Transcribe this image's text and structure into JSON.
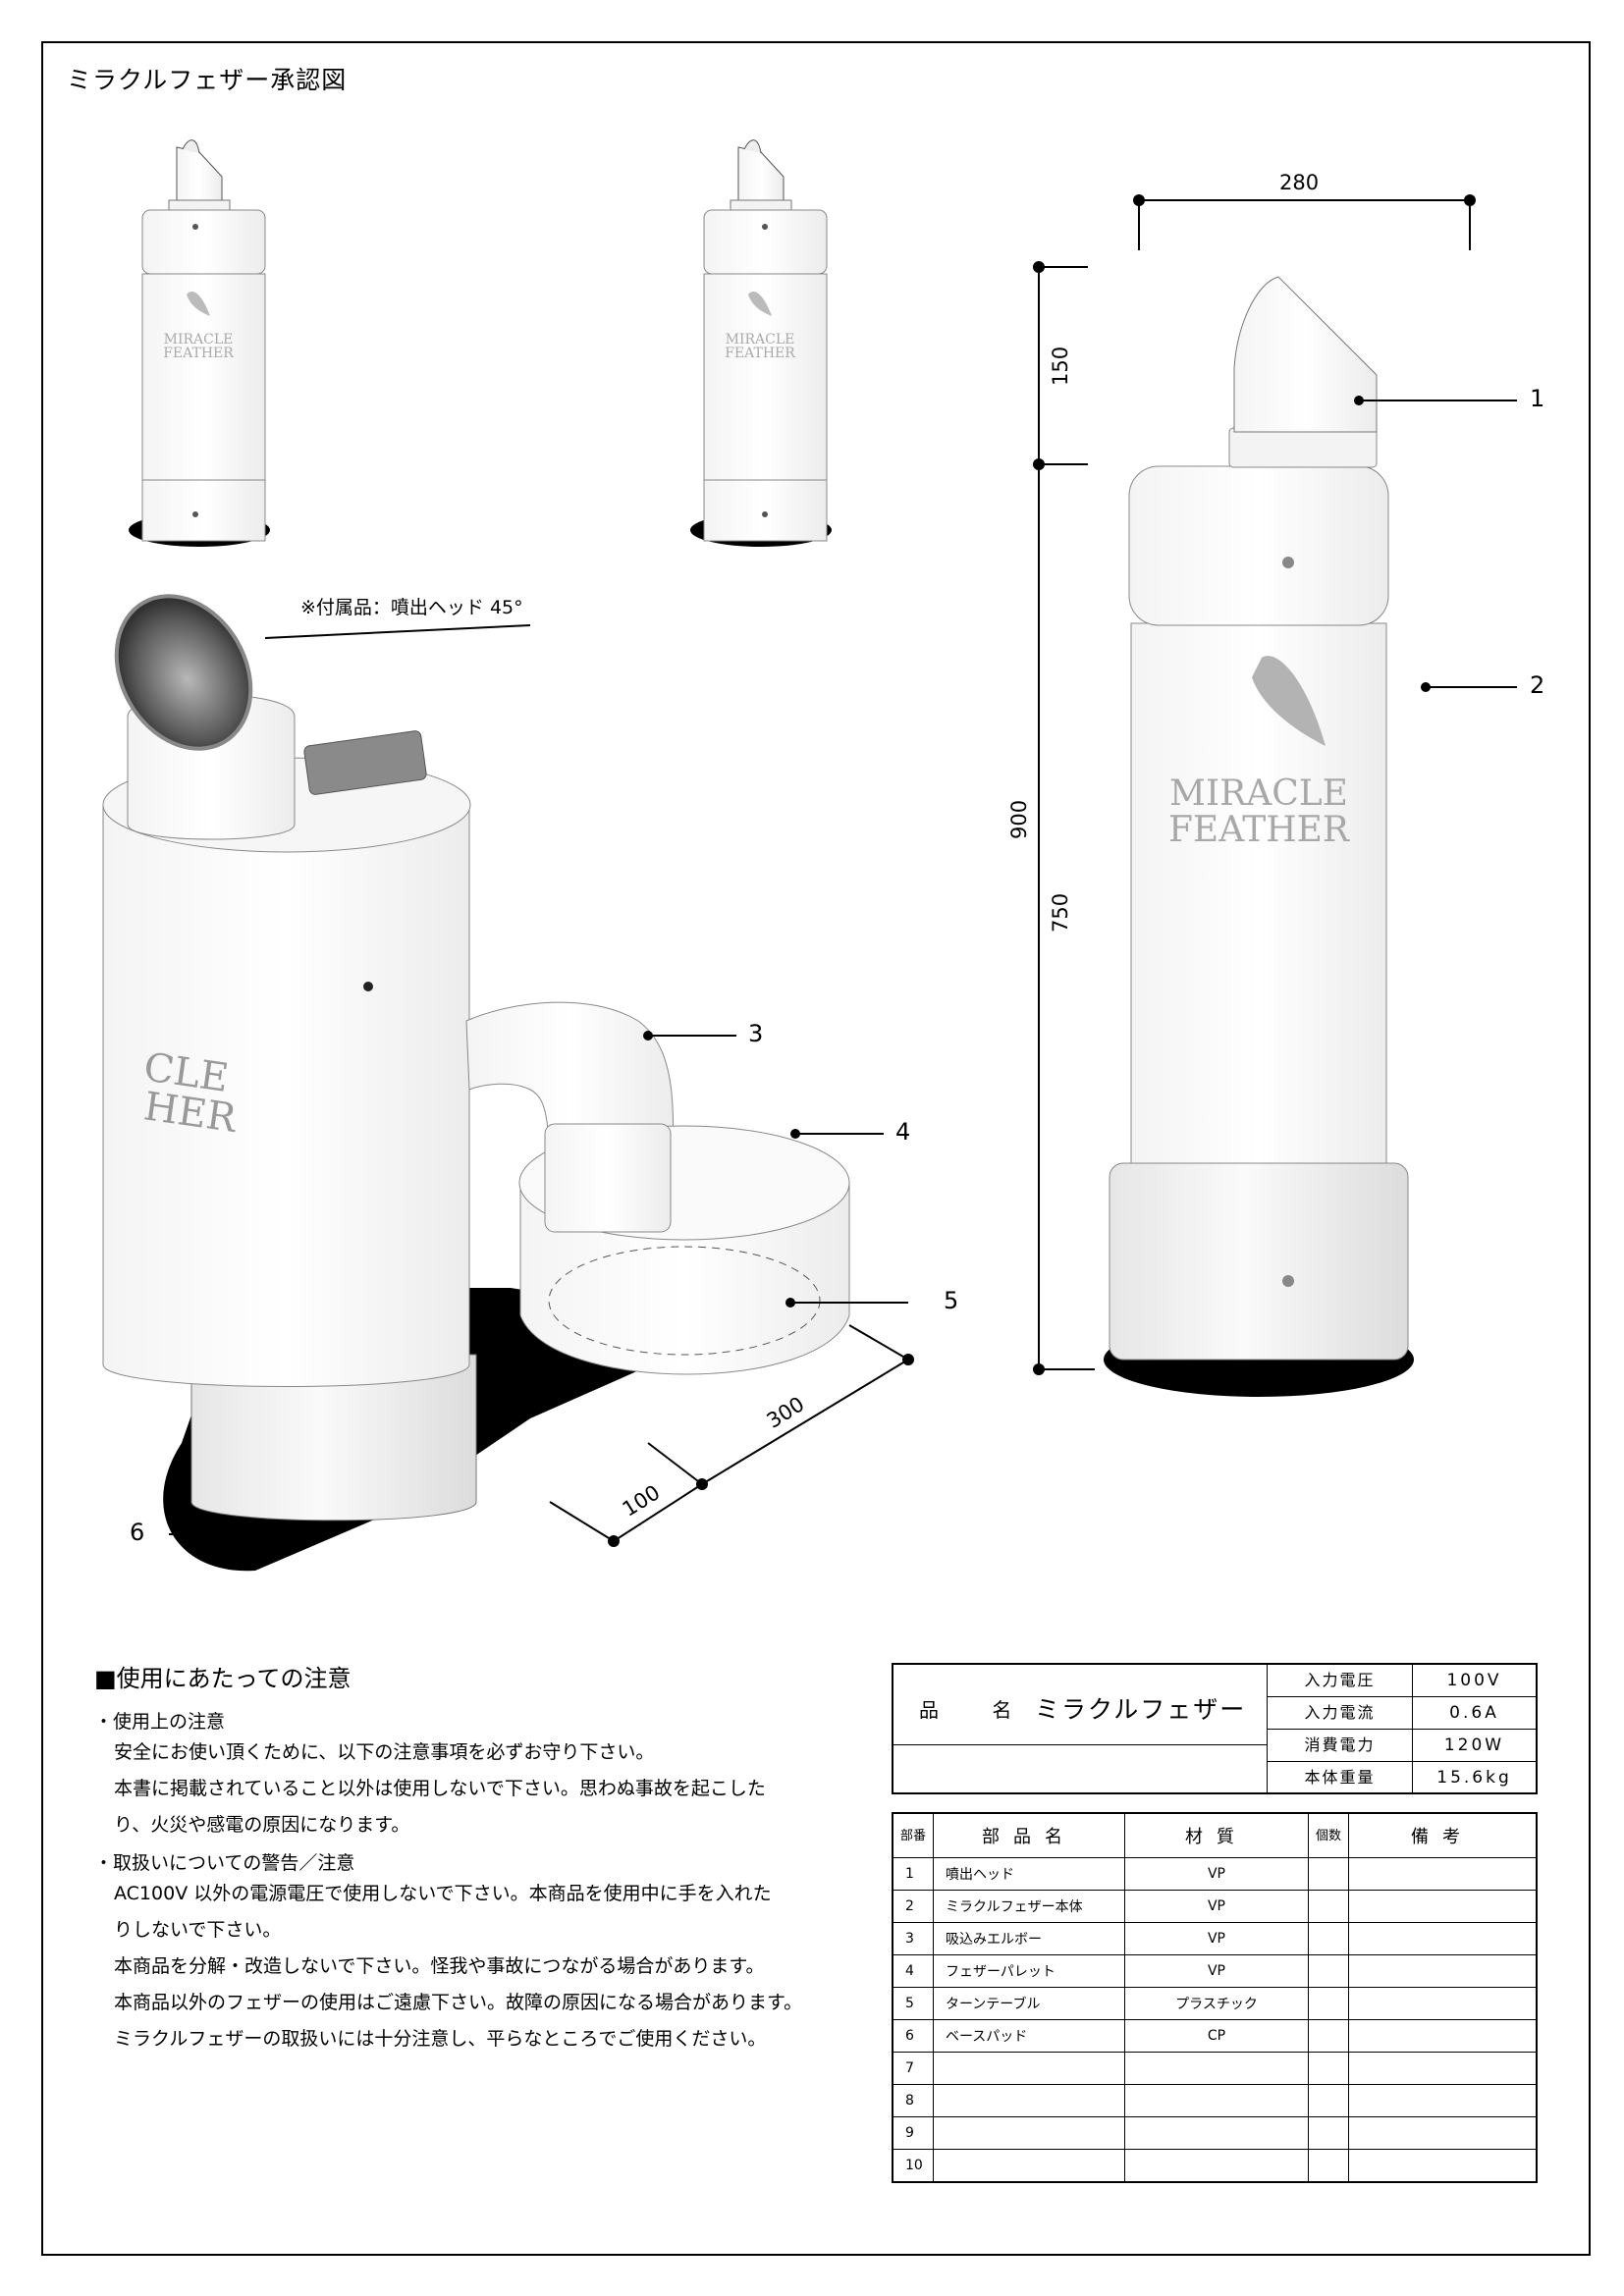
{
  "title": "ミラクルフェザー承認図",
  "brand": {
    "line1": "MIRACLE",
    "line2": "FEATHER"
  },
  "accessory_note": "※付属品：噴出ヘッド 45°",
  "callouts": [
    "1",
    "2",
    "3",
    "4",
    "5",
    "6"
  ],
  "dimensions": {
    "width": "280",
    "head_height": "150",
    "total_height": "900",
    "body_height": "750",
    "pad_depth": "100",
    "pad_length": "300"
  },
  "notes": {
    "heading": "■使用にあたっての注意",
    "sections": [
      {
        "title": "・使用上の注意",
        "lines": [
          "安全にお使い頂くために、以下の注意事項を必ずお守り下さい。",
          "本書に掲載されていること以外は使用しないで下さい。思わぬ事故を起こした",
          "り、火災や感電の原因になります。"
        ]
      },
      {
        "title": "・取扱いについての警告／注意",
        "lines": [
          "AC100V 以外の電源電圧で使用しないで下さい。本商品を使用中に手を入れた",
          "りしないで下さい。",
          "本商品を分解・改造しないで下さい。怪我や事故につながる場合があります。",
          "本商品以外のフェザーの使用はご遠慮下さい。故障の原因になる場合があります。",
          "ミラクルフェザーの取扱いには十分注意し、平らなところでご使用ください。"
        ]
      }
    ]
  },
  "spec": {
    "product_label": "品 名",
    "product_name": "ミラクルフェザー",
    "rows": [
      {
        "label": "入力電圧",
        "value": "100V"
      },
      {
        "label": "入力電流",
        "value": "0.6A"
      },
      {
        "label": "消費電力",
        "value": "120W"
      },
      {
        "label": "本体重量",
        "value": "15.6kg"
      }
    ]
  },
  "parts_table": {
    "headers": {
      "no": "部番",
      "name": "部品名",
      "material": "材質",
      "qty": "個数",
      "remarks": "備考"
    },
    "rows": [
      {
        "no": "1",
        "name": "噴出ヘッド",
        "material": "VP"
      },
      {
        "no": "2",
        "name": "ミラクルフェザー本体",
        "material": "VP"
      },
      {
        "no": "3",
        "name": "吸込みエルボー",
        "material": "VP"
      },
      {
        "no": "4",
        "name": "フェザーパレット",
        "material": "VP"
      },
      {
        "no": "5",
        "name": "ターンテーブル",
        "material": "プラスチック"
      },
      {
        "no": "6",
        "name": "ベースパッド",
        "material": "CP"
      },
      {
        "no": "7",
        "name": "",
        "material": ""
      },
      {
        "no": "8",
        "name": "",
        "material": ""
      },
      {
        "no": "9",
        "name": "",
        "material": ""
      },
      {
        "no": "10",
        "name": "",
        "material": ""
      }
    ]
  }
}
